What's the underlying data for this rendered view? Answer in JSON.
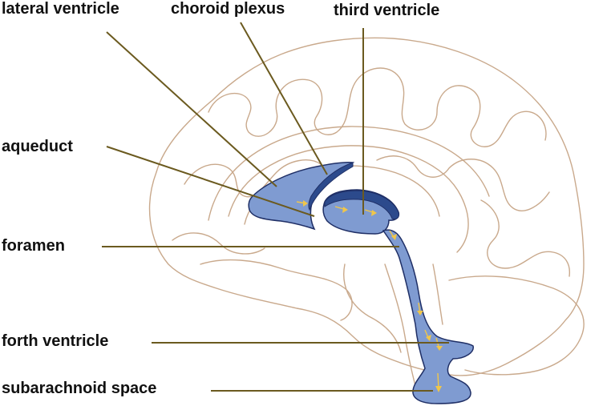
{
  "labels": {
    "lateral_ventricle": "lateral ventricle",
    "choroid_plexus": "choroid plexus",
    "third_ventricle": "third ventricle",
    "aqueduct": "aqueduct",
    "foramen": "foramen",
    "forth_ventricle": "forth ventricle",
    "subarachnoid_space": "subarachnoid space"
  },
  "colors": {
    "csf_fill": "#7f9bd1",
    "choroid_plexus": "#2c4a8c",
    "brain_outline": "#c9a98c",
    "leader_line": "#6b5a1f",
    "flow_arrow": "#f0c64a"
  }
}
